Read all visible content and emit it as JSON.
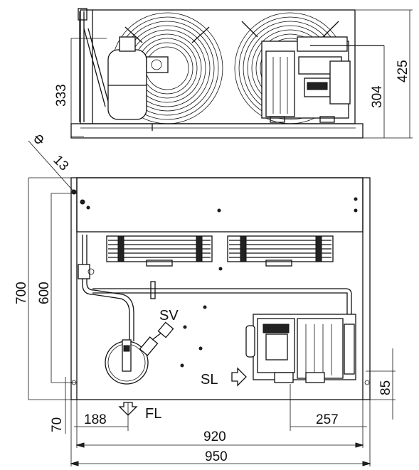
{
  "dimensions": {
    "height_side_left": "333",
    "height_side_right_fan": "304",
    "height_side_total": "425",
    "diameter_symbol": "Φ",
    "mounting_hole": "13",
    "depth_total": "700",
    "depth_inner": "600",
    "offset_front": "70",
    "fl_offset": "188",
    "sl_offset": "257",
    "sl_height": "85",
    "width_inner": "920",
    "width_total": "950"
  },
  "labels": {
    "sv": "SV",
    "sl": "SL",
    "fl": "FL"
  }
}
